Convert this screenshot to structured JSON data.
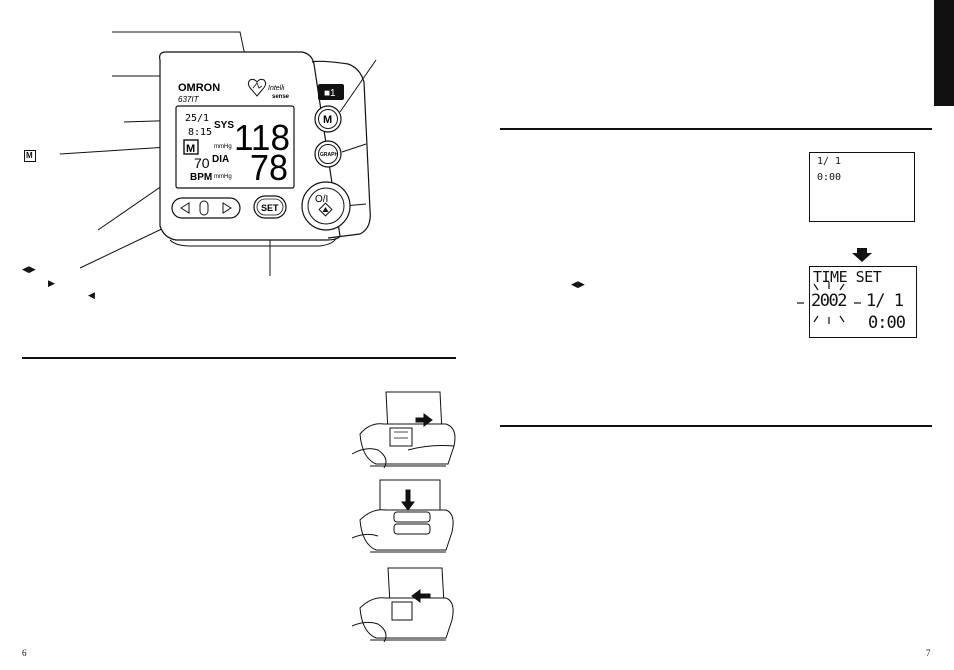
{
  "monitor": {
    "brand": "OMRON",
    "model": "637IT",
    "logo_line1": "Intelli",
    "logo_line2": "sense",
    "display": {
      "date": "25/1",
      "time": "8:15",
      "memory_mark": "M",
      "systolic_label": "SYS",
      "systolic_value": "118",
      "diastolic_label": "DIA",
      "diastolic_value": "78",
      "pulse_value": "70",
      "pulse_label": "BPM",
      "unit_sys": "mmHg",
      "unit_dia": "mmHg"
    },
    "user_badge": "■1",
    "buttons": {
      "memory": "M",
      "graph": "GRAPH",
      "set": "SET",
      "power": "O/I",
      "start": "◆"
    }
  },
  "left_glyphs": {
    "memory_icon": "M",
    "arrow_pair": "◀▶",
    "arrow_right": "▶",
    "arrow_left": "◀"
  },
  "right_glyphs": {
    "arrow_pair": "◀▶"
  },
  "lcd_initial": {
    "date": "1/ 1",
    "time": "0:00"
  },
  "lcd_timeset": {
    "title": "TIME SET",
    "year": "2002",
    "date": "1/ 1",
    "time": "0:00"
  },
  "page_numbers": {
    "left": "6",
    "right": "7"
  }
}
